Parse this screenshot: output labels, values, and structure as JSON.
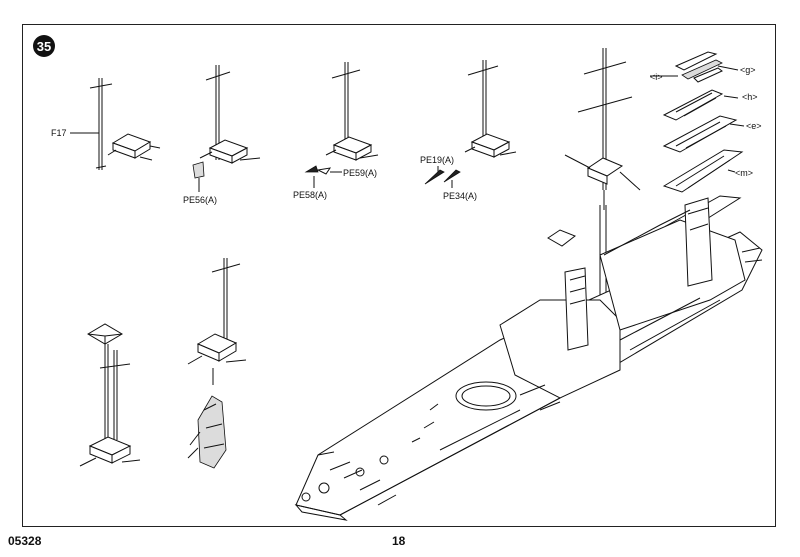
{
  "step": {
    "number": "35"
  },
  "footer": {
    "product_code": "05328",
    "page_number": "18"
  },
  "parts": {
    "f17": "F17",
    "pe56": "PE56(A)",
    "pe58": "PE58(A)",
    "pe59": "PE59(A)",
    "pe19": "PE19(A)",
    "pe34": "PE34(A)",
    "g": "<g>",
    "i": "<i>",
    "h": "<h>",
    "e": "<e>",
    "m": "<m>"
  }
}
